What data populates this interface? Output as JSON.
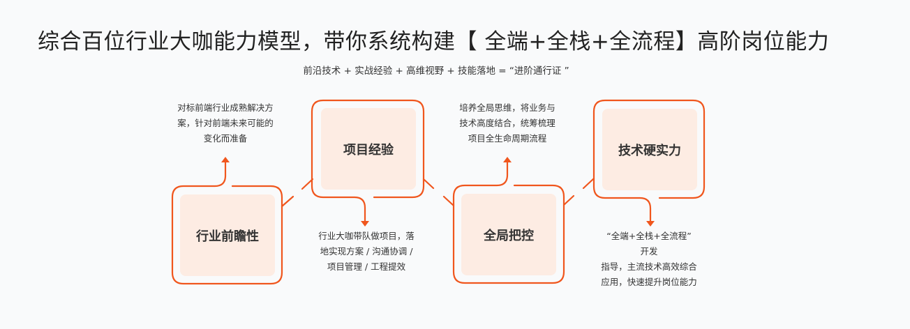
{
  "title": "综合百位行业大咖能力模型，带你系统构建【 全端+全栈+全流程】高阶岗位能力",
  "subtitle": "前沿技术 + 实战经验 + 高维视野 + 技能落地 = “进阶通行证 ”",
  "accent_color": "#f0561d",
  "fill_color": "#fdece3",
  "nodes": [
    {
      "label": "行业前瞻性",
      "desc": [
        "对标前端行业成熟解决方",
        "案，针对前端未来可能的",
        "变化而准备"
      ]
    },
    {
      "label": "项目经验",
      "desc": [
        "行业大咖带队做项目，落",
        "地实现方案 / 沟通协调 /",
        "项目管理 / 工程提效"
      ]
    },
    {
      "label": "全局把控",
      "desc": [
        "培养全局思维，将业务与",
        "技术高度结合，统筹梳理",
        "项目全生命周期流程"
      ]
    },
    {
      "label": "技术硬实力",
      "desc": [
        "“全端+全栈+全流程”",
        "开发",
        "指导，主流技术高效综合",
        "应用，快速提升岗位能力"
      ]
    }
  ]
}
